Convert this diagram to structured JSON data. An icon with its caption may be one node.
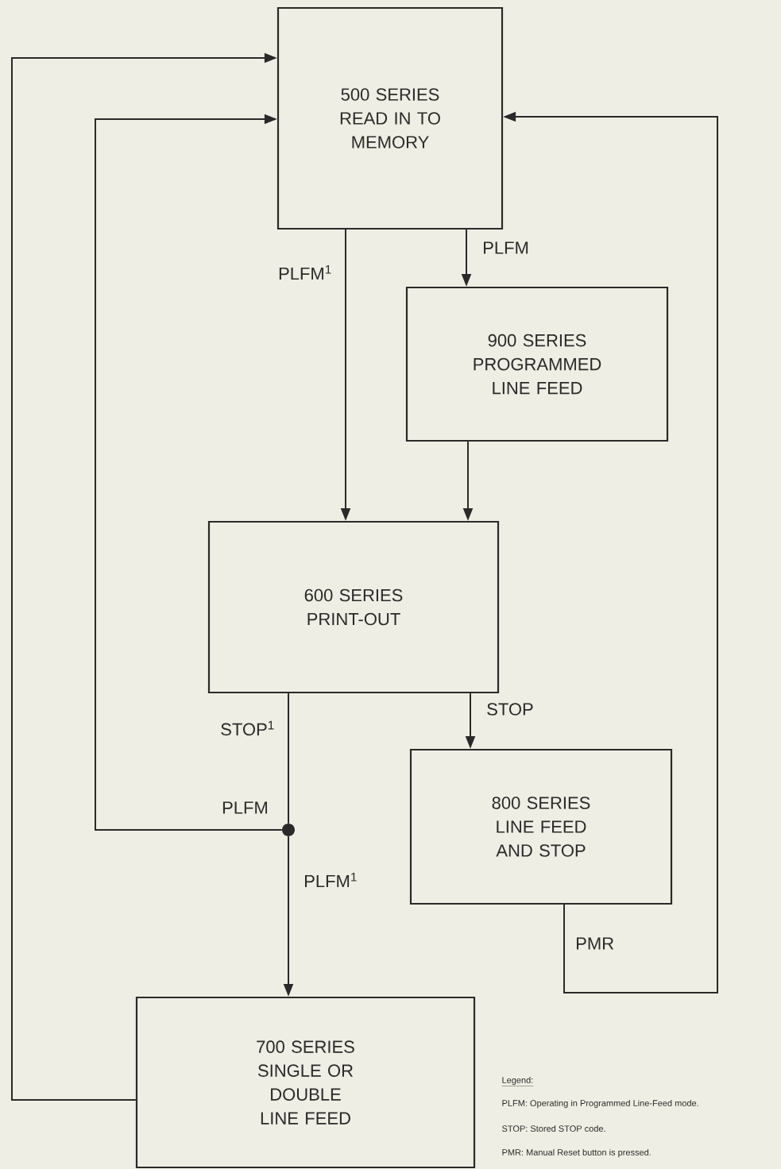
{
  "diagram": {
    "nodes": [
      {
        "text": [
          "500 SERIES READ IN TO MEMORY"
        ]
      },
      {
        "text": [
          "900 SERIES PROGRAMMED LINE FEED"
        ]
      },
      {
        "text": [
          "600 SERIES PRINT-OUT"
        ]
      },
      {
        "text": [
          "800 SERIES LINE FEED AND STOP"
        ]
      },
      {
        "text": [
          "700 SERIES SINGLE OR DOUBLE LINE FEED"
        ]
      },
      {
        "text": [],
        "shape": "circle"
      }
    ],
    "edges": [
      {
        "from": 0,
        "to": 2,
        "arrow": "to",
        "label": "PLFM$^{1}$"
      },
      {
        "from": 0,
        "to": 1,
        "arrow": "to",
        "label": "PLFM"
      },
      {
        "from": 1,
        "to": 2,
        "arrow": "to"
      },
      {
        "from": 2,
        "to": 5,
        "arrow": "none",
        "label": "STOP$^{1}$"
      },
      {
        "from": 5,
        "to": 0,
        "arrow": "to",
        "label": "PLFM"
      },
      {
        "from": 5,
        "to": 4,
        "arrow": "to",
        "label": "PLFM$^{1}$"
      },
      {
        "from": 2,
        "to": 3,
        "arrow": "to",
        "label": "STOP"
      },
      {
        "from": 3,
        "to": 0,
        "arrow": "to",
        "label": "PMR"
      },
      {
        "from": 4,
        "to": 0,
        "arrow": "to"
      }
    ],
    "labels": [
      "Legend:"
    ],
    "legend": [
      {
        "text": "PLFM: Operating in Programmed Line-Feed mode."
      },
      {
        "text": "STOP: Stored STOP code."
      },
      {
        "text": "PMR: Manual Reset button is pressed."
      }
    ]
  }
}
